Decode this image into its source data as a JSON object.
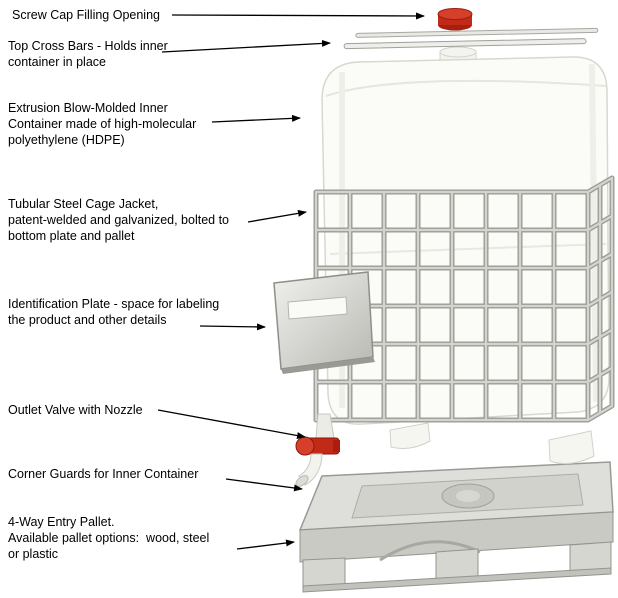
{
  "colors": {
    "accent_red": "#c22a18",
    "container_white": "#fbfbf8",
    "cage_gray": "#9c9c96",
    "pallet_gray": "#d6d6d0"
  },
  "labels": [
    {
      "id": "screw-cap",
      "text": "Screw Cap Filling Opening"
    },
    {
      "id": "top-cross-bars",
      "text": "Top Cross Bars - Holds inner\ncontainer in place"
    },
    {
      "id": "inner-container",
      "text": "Extrusion Blow-Molded Inner\nContainer made of high-molecular\npolyethylene (HDPE)"
    },
    {
      "id": "cage-jacket",
      "text": "Tubular Steel Cage Jacket,\npatent-welded and galvanized, bolted to\nbottom plate and pallet"
    },
    {
      "id": "identification-plate",
      "text": "Identification Plate - space for labeling\nthe product and other details"
    },
    {
      "id": "outlet-valve",
      "text": "Outlet Valve with Nozzle"
    },
    {
      "id": "corner-guards",
      "text": "Corner Guards for Inner Container"
    },
    {
      "id": "pallet",
      "text": "4-Way Entry Pallet.\nAvailable pallet options:  wood, steel\nor plastic"
    }
  ]
}
